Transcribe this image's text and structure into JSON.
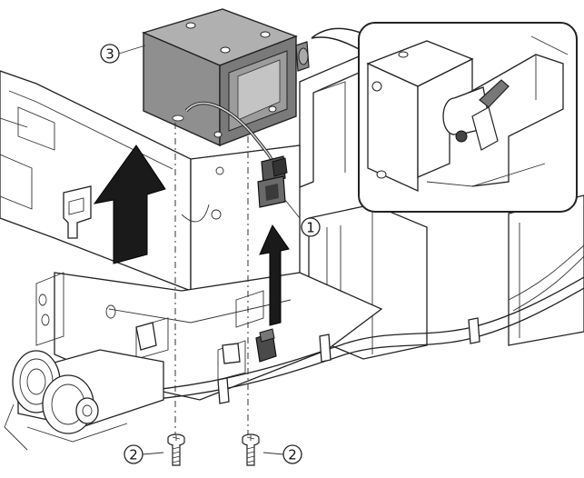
{
  "callouts": {
    "sensor_connector": "1",
    "screw_left": "2",
    "screw_right": "2",
    "solenoid": "3"
  },
  "arrows": {
    "large_arrow_direction": "up",
    "small_arrow_direction": "up"
  },
  "colors": {
    "solenoid_body": "#8f8f8f",
    "arrow_fill": "#1a1a1a",
    "line": "#222222"
  }
}
